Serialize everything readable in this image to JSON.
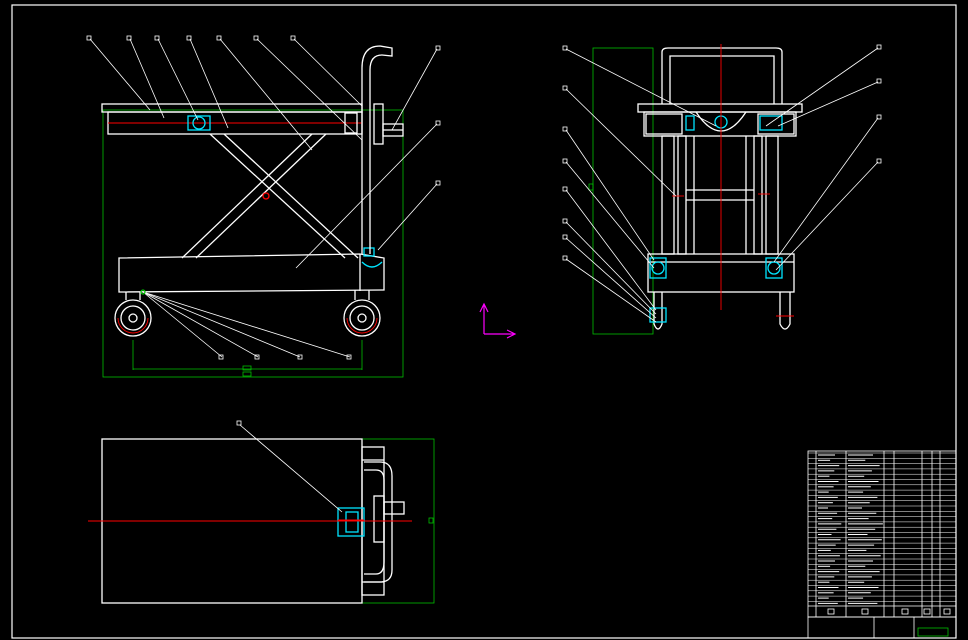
{
  "colors": {
    "background": "#000000",
    "outline": "#ffffff",
    "center_line": "#ff0000",
    "dimension": "#00c000",
    "component": "#00e5ff",
    "ucs_axis": "#ff00ff"
  },
  "views": {
    "side_elevation": {
      "label": "side-elevation-view"
    },
    "front_elevation": {
      "label": "front-elevation-view"
    },
    "plan_view": {
      "label": "plan-view"
    },
    "title_block": {
      "label": "title-block"
    }
  }
}
